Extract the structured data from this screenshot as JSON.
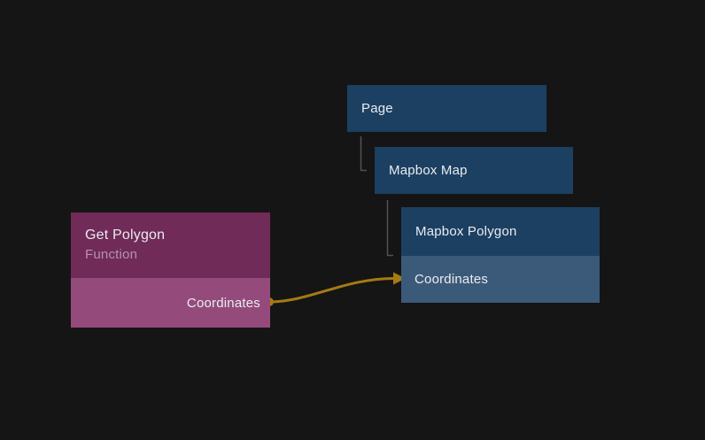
{
  "graph": {
    "nodes": {
      "page": {
        "title": "Page"
      },
      "mapbox_map": {
        "title": "Mapbox Map"
      },
      "mapbox_polygon": {
        "title": "Mapbox Polygon",
        "ports": {
          "coordinates": "Coordinates"
        }
      },
      "get_polygon": {
        "title": "Get Polygon",
        "subtitle": "Function",
        "ports": {
          "coordinates": "Coordinates"
        }
      }
    },
    "connection": {
      "from_node": "Get Polygon",
      "from_port": "Coordinates",
      "to_node": "Mapbox Polygon",
      "to_port": "Coordinates"
    }
  },
  "colors": {
    "canvas_bg": "#151515",
    "node_blue": "#1c4062",
    "node_blue_band": "#3b5a79",
    "node_purple": "#702b58",
    "node_purple_band": "#944b7c",
    "wire_gold": "#a57a14",
    "tree_connector": "#525252",
    "title_text": "#e9ecef",
    "subtitle_text": "#b792ad"
  }
}
